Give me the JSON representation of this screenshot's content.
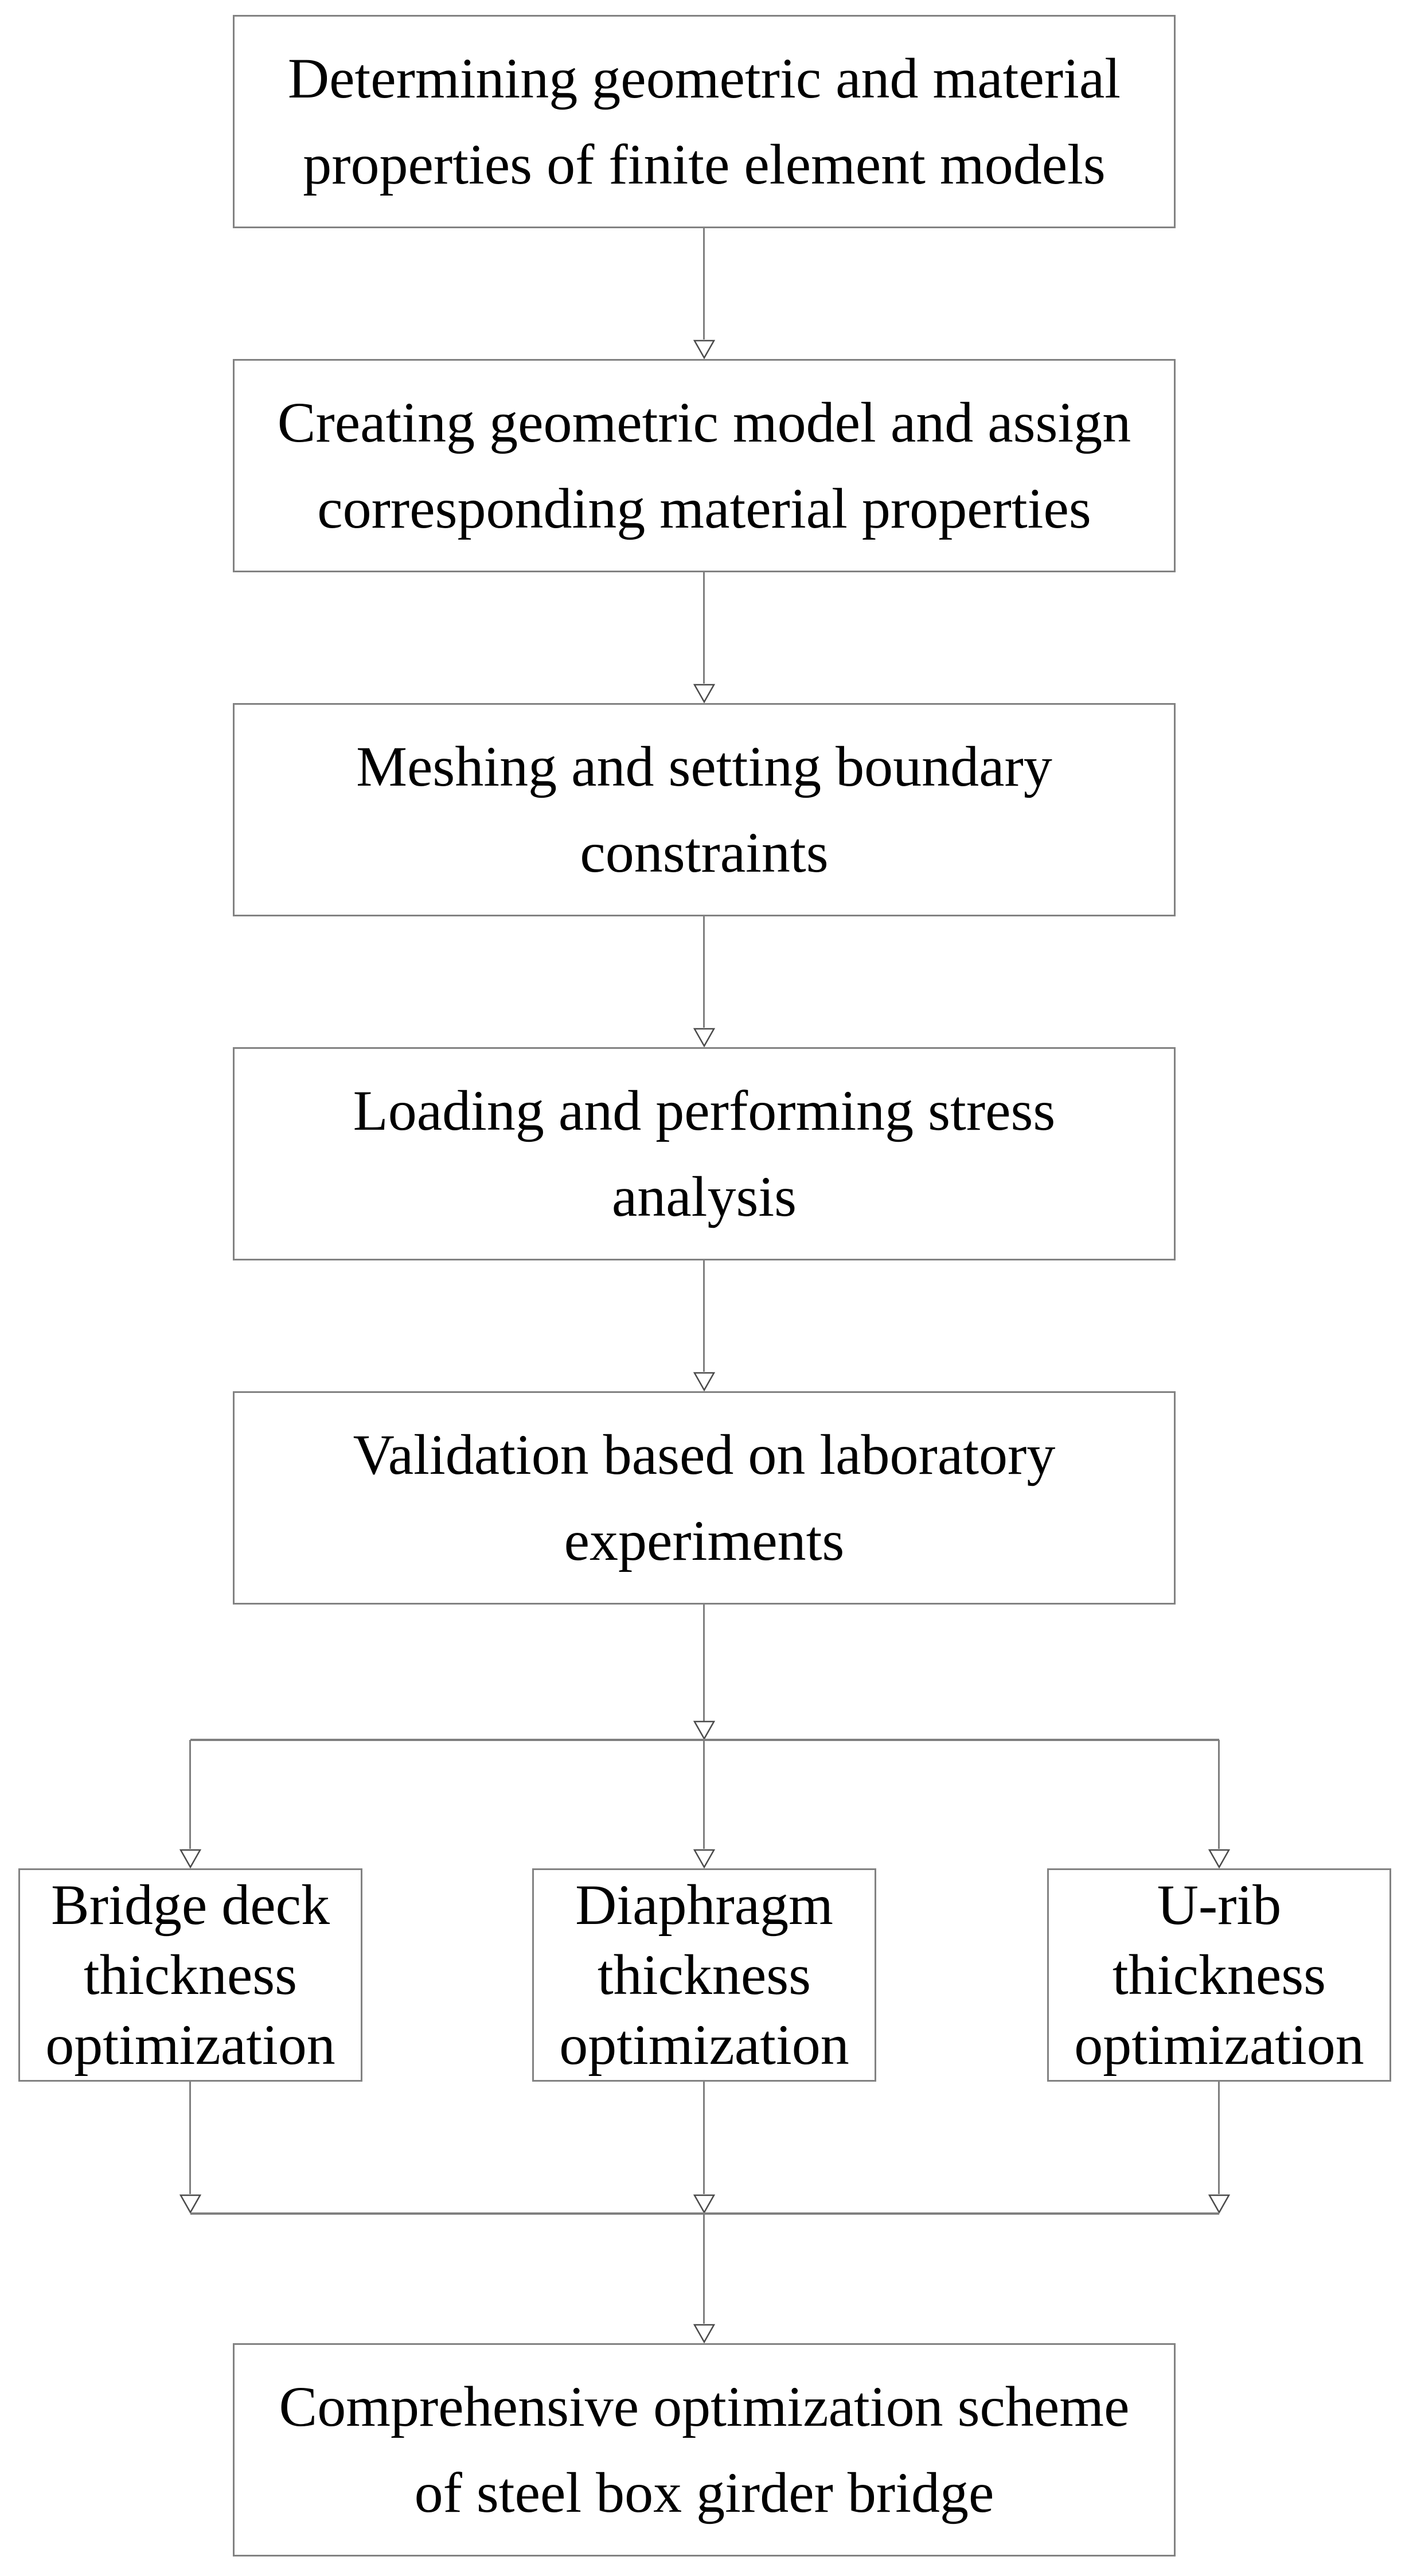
{
  "figure": {
    "type": "flowchart",
    "background_color": "#ffffff",
    "box_border_color": "#828282",
    "connector_color": "#7f7f7f",
    "arrowhead_outline_color": "#4a4a4a",
    "arrowhead_fill_color": "#ffffff",
    "text_color": "#000000"
  },
  "icons": {
    "arrowhead": "open-triangle-down"
  },
  "flowchart": {
    "steps": [
      {
        "id": "step-1",
        "lines": [
          "Determining geometric and material",
          "properties of finite element models"
        ]
      },
      {
        "id": "step-2",
        "lines": [
          "Creating geometric model and assign",
          "corresponding material properties"
        ]
      },
      {
        "id": "step-3",
        "lines": [
          "Meshing and setting boundary",
          "constraints"
        ]
      },
      {
        "id": "step-4",
        "lines": [
          "Loading and performing stress",
          "analysis"
        ]
      },
      {
        "id": "step-5",
        "lines": [
          "Validation based on laboratory",
          "experiments"
        ]
      }
    ],
    "branches": [
      {
        "id": "branch-left",
        "lines": [
          "Bridge deck",
          "thickness",
          "optimization"
        ]
      },
      {
        "id": "branch-middle",
        "lines": [
          "Diaphragm",
          "thickness",
          "optimization"
        ]
      },
      {
        "id": "branch-right",
        "lines": [
          "U-rib",
          "thickness",
          "optimization"
        ]
      }
    ],
    "result": {
      "id": "result",
      "lines": [
        "Comprehensive optimization scheme",
        "of steel box girder bridge"
      ]
    }
  }
}
